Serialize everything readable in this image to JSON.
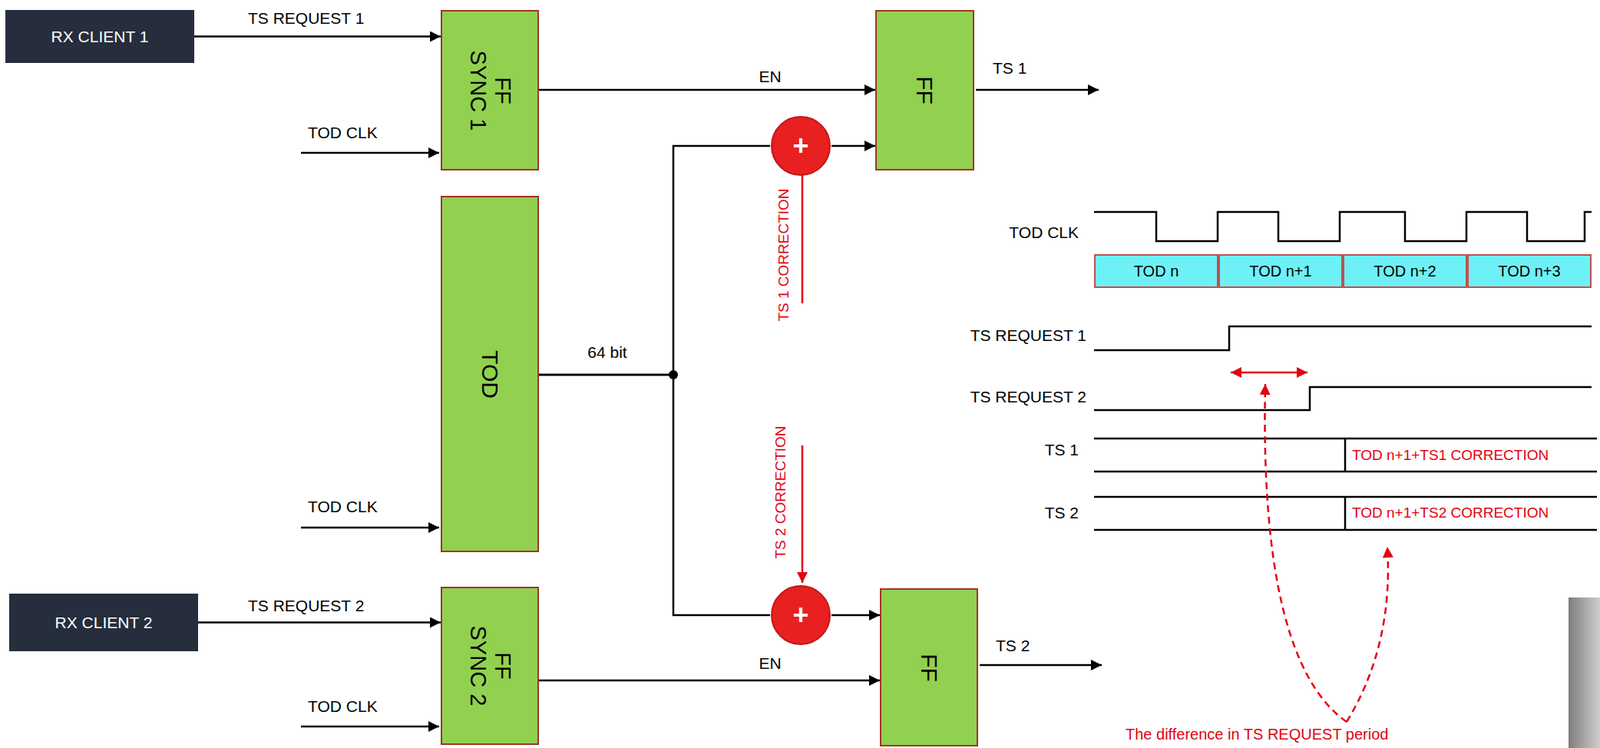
{
  "diagram": {
    "nodes": [
      {
        "text": [
          "RX CLIENT 1"
        ]
      },
      {
        "text": [
          "FF SYNC 1"
        ]
      },
      {
        "text": [
          "FF"
        ]
      },
      {
        "text": [
          "+"
        ]
      },
      {
        "text": [
          "TOD"
        ]
      },
      {
        "text": [
          "RX CLIENT 2"
        ]
      },
      {
        "text": [
          "FF SYNC 2"
        ]
      },
      {
        "text": [
          "+"
        ]
      },
      {
        "text": [
          "FF"
        ]
      },
      {
        "text": [
          "TOD n"
        ]
      },
      {
        "text": [
          "TOD n+1"
        ]
      },
      {
        "text": [
          "TOD n+2"
        ]
      },
      {
        "text": [
          "TOD n+3"
        ]
      }
    ],
    "edges": [
      {
        "from": 0,
        "to": 1,
        "arrow": "to",
        "label": "TS REQUEST 1"
      },
      {
        "from": 1,
        "to": 2,
        "arrow": "to",
        "label": "EN"
      },
      {
        "from": 4,
        "to": 3,
        "arrow": "none"
      },
      {
        "from": 3,
        "to": 2,
        "arrow": "to"
      },
      {
        "from": 4,
        "to": 7,
        "arrow": "none"
      },
      {
        "from": 7,
        "to": 8,
        "arrow": "to"
      },
      {
        "from": 5,
        "to": 6,
        "arrow": "to",
        "label": "TS REQUEST 2"
      },
      {
        "from": 6,
        "to": 8,
        "arrow": "to",
        "label": "EN"
      }
    ],
    "labels": [
      "TOD CLK",
      "TOD CLK",
      "64 bit",
      "TS 1 CORRECTION",
      "TS 2 CORRECTION",
      "TOD CLK",
      "TS 1",
      "TS 2",
      "TOD CLK",
      "TS REQUEST 1",
      "TS REQUEST 2",
      "TS 1",
      "TS 2",
      "TOD n+1+TS1 CORRECTION",
      "TOD n+1+TS2 CORRECTION",
      "The difference in TS REQUEST period"
    ]
  }
}
